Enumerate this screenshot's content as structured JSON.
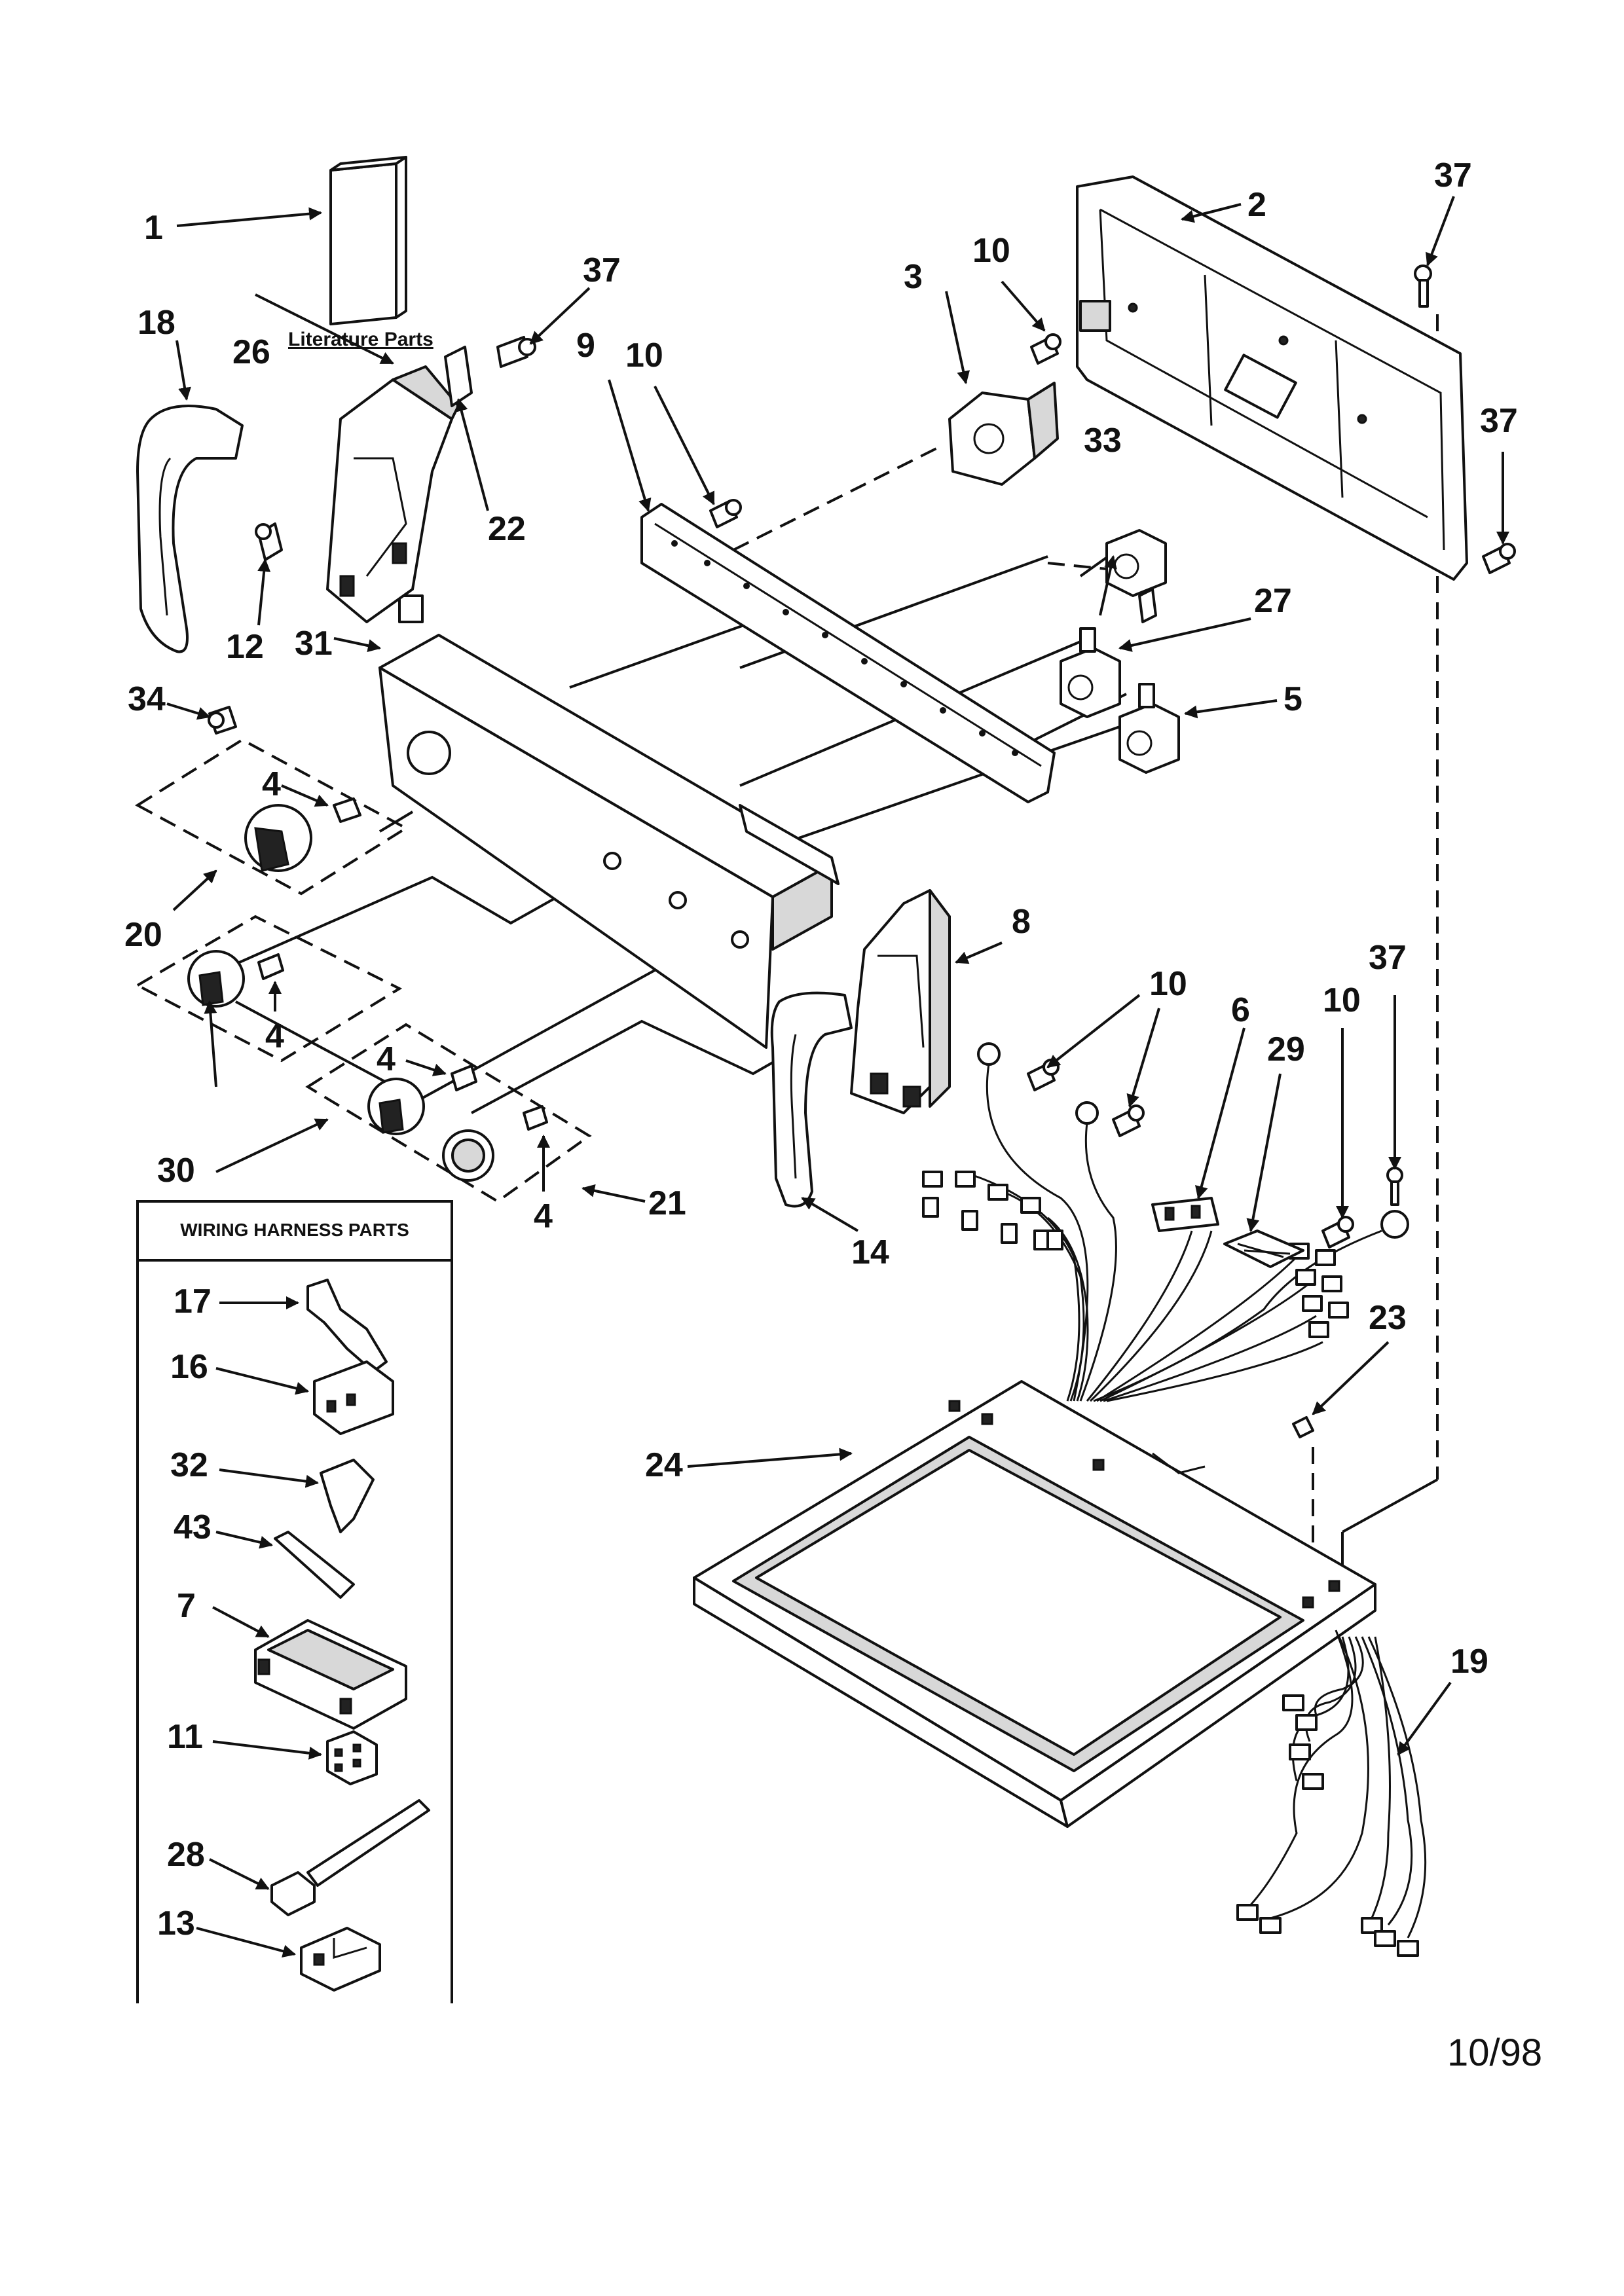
{
  "literature": {
    "label": "Literature Parts"
  },
  "harness": {
    "title": "WIRING HARNESS PARTS"
  },
  "date": "10/98",
  "callouts": {
    "c1": "1",
    "c2": "2",
    "c3": "3",
    "c4a": "4",
    "c4b": "4",
    "c4c": "4",
    "c4d": "4",
    "c5": "5",
    "c6": "6",
    "c7": "7",
    "c8": "8",
    "c9": "9",
    "c10a": "10",
    "c10b": "10",
    "c10c": "10",
    "c10d": "10",
    "c11": "11",
    "c12": "12",
    "c13": "13",
    "c14": "14",
    "c16": "16",
    "c17": "17",
    "c18": "18",
    "c19": "19",
    "c20": "20",
    "c21": "21",
    "c22": "22",
    "c23": "23",
    "c24": "24",
    "c26": "26",
    "c27": "27",
    "c28": "28",
    "c29": "29",
    "c30": "30",
    "c31": "31",
    "c32": "32",
    "c33": "33",
    "c34": "34",
    "c37a": "37",
    "c37b": "37",
    "c37c": "37",
    "c37d": "37",
    "c43": "43"
  }
}
